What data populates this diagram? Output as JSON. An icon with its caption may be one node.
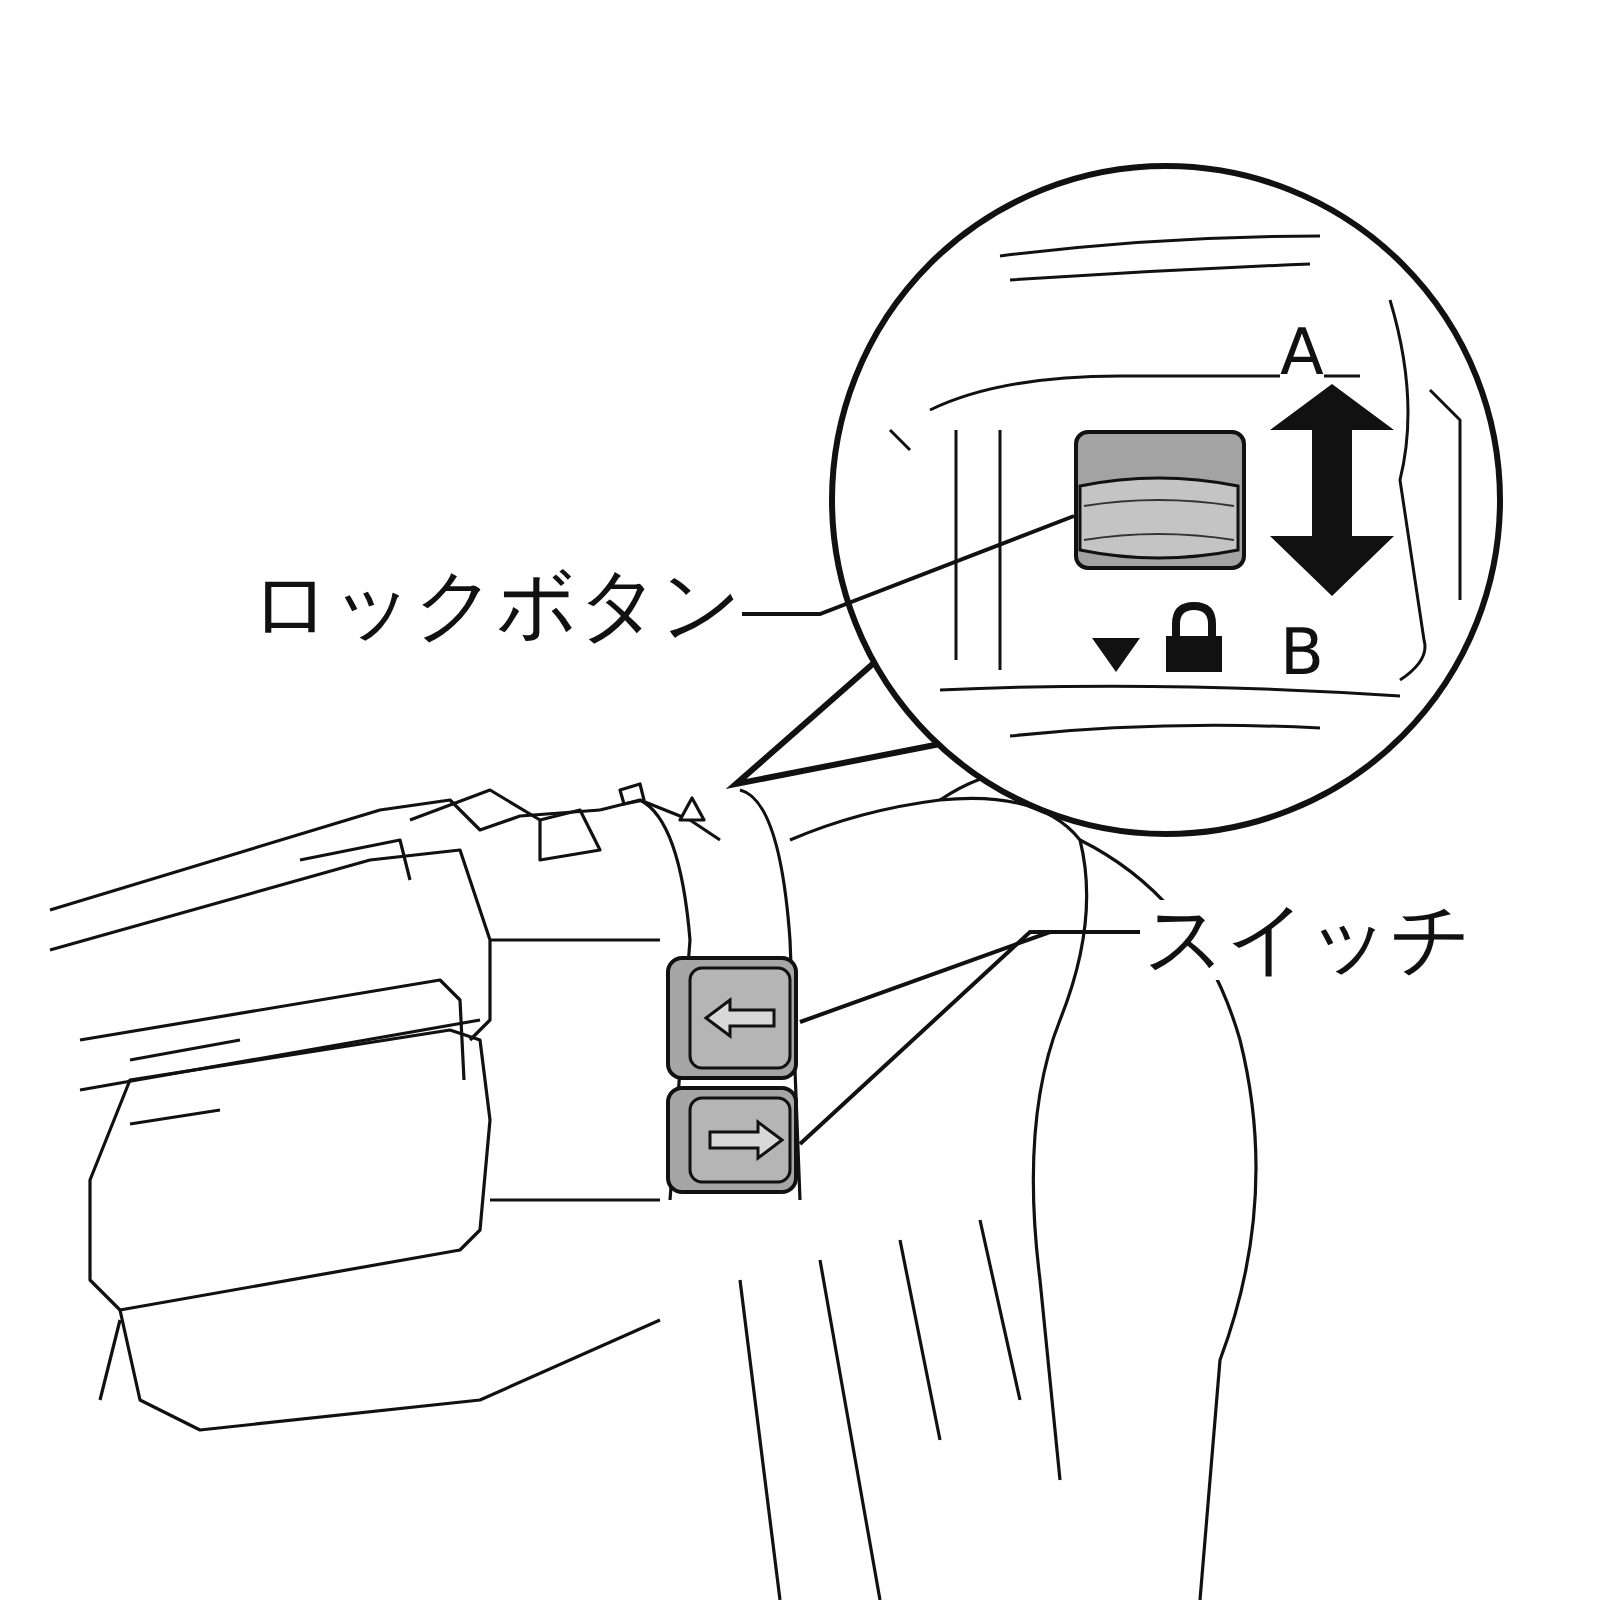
{
  "diagram": {
    "nodes": [
      {
        "text": [
          "ロックボタン"
        ]
      },
      {
        "text": [],
        "shape": "box"
      },
      {
        "text": [
          "スイッチ"
        ]
      },
      {
        "text": [],
        "shape": "box"
      },
      {
        "text": [],
        "shape": "box"
      }
    ],
    "edges": [
      {
        "from": 0,
        "to": 1,
        "arrow": "none"
      },
      {
        "from": 2,
        "to": 3,
        "arrow": "none"
      },
      {
        "from": 2,
        "to": 4,
        "arrow": "none"
      }
    ],
    "labels": [
      "A",
      "B"
    ]
  }
}
